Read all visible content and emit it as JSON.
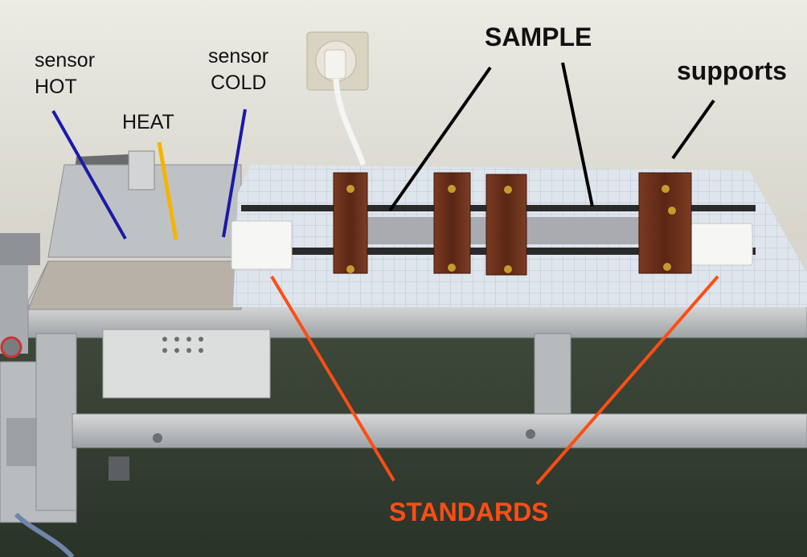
{
  "labels": {
    "sensor_hot_line1": "sensor",
    "sensor_hot_line2": "HOT",
    "heat": "HEAT",
    "sensor_cold_line1": "sensor",
    "sensor_cold_line2": "COLD",
    "sample": "SAMPLE",
    "supports": "supports",
    "standards": "STANDARDS"
  },
  "colors": {
    "sensor_pointer": "#1a1aa8",
    "heat_pointer": "#f5b400",
    "sample_pointer": "#000000",
    "standards_pointer": "#ff4d14",
    "standards_text": "#ff4d14",
    "wood_block": "#6b2e1a",
    "standard_block": "#f4f4f2",
    "graph_paper": "#dde3ea",
    "wall": "#e6e4dc"
  }
}
